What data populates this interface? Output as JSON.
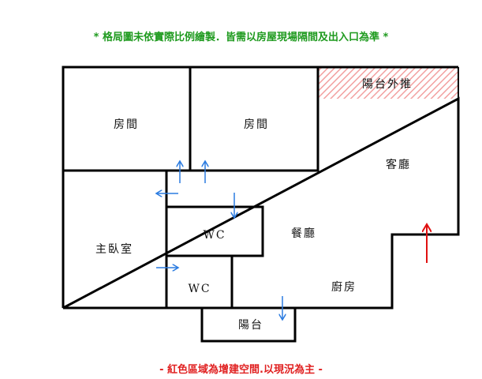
{
  "header_note": "* 格局圖未依實際比例繪製．皆需以房屋現場隔間及出入口為準 *",
  "footer_note": "- 紅色區域為增建空間.以現況為主 -",
  "rooms": {
    "room1": "房間",
    "room2": "房間",
    "balcony_extension": "陽台外推",
    "living_room": "客廳",
    "master_bedroom": "主臥室",
    "wc1": "WC",
    "wc2": "WC",
    "dining_room": "餐廳",
    "kitchen": "廚房",
    "balcony": "陽台"
  },
  "colors": {
    "wall": "#000000",
    "door_arrow": "#2a7be0",
    "entrance_arrow": "#e01010",
    "addition_hatch": "#f2a0a0"
  }
}
